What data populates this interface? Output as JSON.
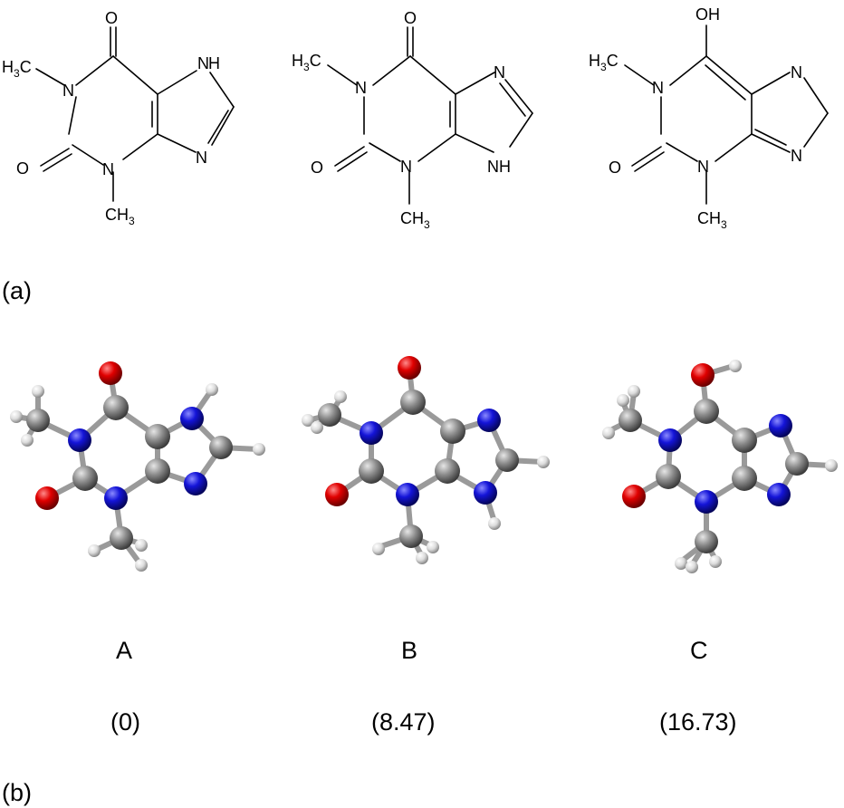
{
  "panel_labels": {
    "a": "(a)",
    "b": "(b)"
  },
  "atoms": {
    "O": "O",
    "N": "N",
    "NH": "NH",
    "H": "H",
    "OH": "OH",
    "CH": "CH",
    "three": "3"
  },
  "structures": [
    {
      "label": "A",
      "energy": "(0)"
    },
    {
      "label": "B",
      "energy": "(8.47)"
    },
    {
      "label": "C",
      "energy": "(16.73)"
    }
  ],
  "colors": {
    "oxygen": "#d40000",
    "nitrogen": "#1a1ad8",
    "carbon": "#8c8c8c",
    "hydrogen": "#e8e8e8"
  }
}
